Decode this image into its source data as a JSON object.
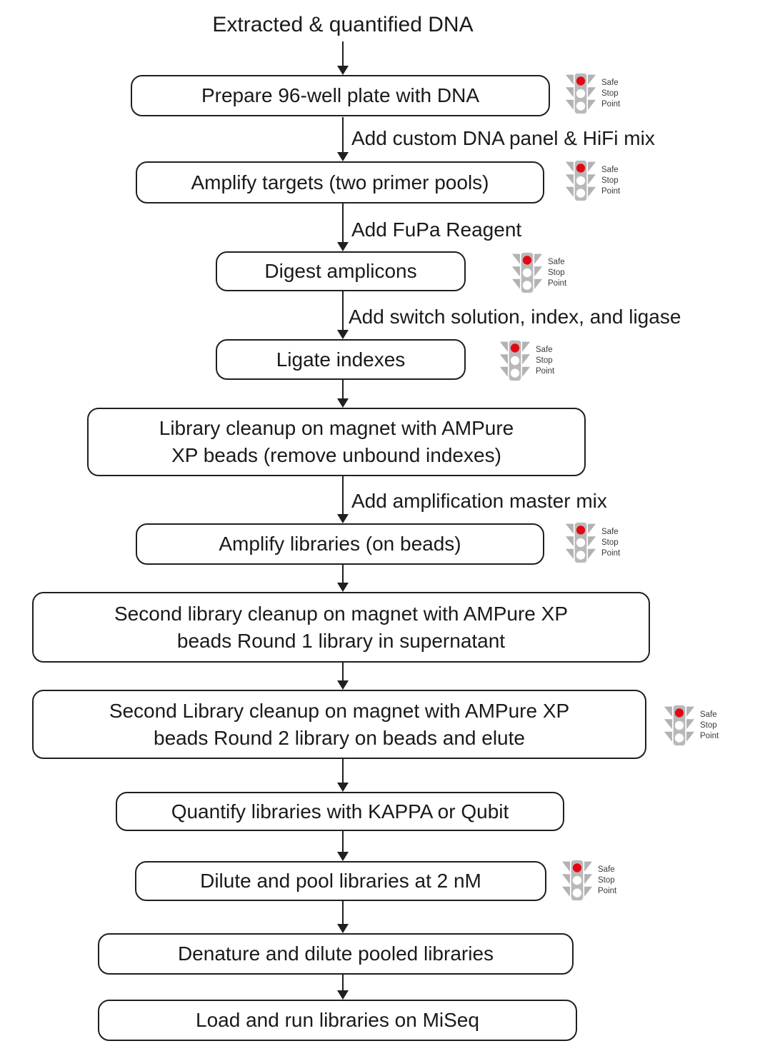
{
  "flow": {
    "start_label": "Extracted & quantified DNA",
    "steps": [
      {
        "label": "Prepare 96-well plate with DNA",
        "safe_stop": true
      },
      {
        "arrow_label": "Add custom DNA panel & HiFi mix",
        "label": "Amplify targets (two primer pools)",
        "safe_stop": true
      },
      {
        "arrow_label": "Add FuPa Reagent",
        "label": "Digest amplicons",
        "safe_stop": true
      },
      {
        "arrow_label": "Add switch solution, index, and ligase",
        "label": "Ligate indexes",
        "safe_stop": true
      },
      {
        "line1": "Library cleanup on magnet with AMPure",
        "line2": "XP beads (remove unbound indexes)",
        "safe_stop": false
      },
      {
        "arrow_label": "Add amplification master mix",
        "label": "Amplify libraries (on beads)",
        "safe_stop": true
      },
      {
        "line1": "Second library cleanup on magnet with AMPure XP",
        "line2": "beads Round 1 library in supernatant",
        "safe_stop": false
      },
      {
        "line1": "Second Library cleanup on magnet with AMPure XP",
        "line2": "beads Round 2 library on beads and elute",
        "safe_stop": true
      },
      {
        "label": "Quantify libraries with KAPPA or Qubit",
        "safe_stop": false
      },
      {
        "label": "Dilute and pool libraries at 2 nM",
        "safe_stop": true
      },
      {
        "label": "Denature and dilute pooled libraries",
        "safe_stop": false
      },
      {
        "label": "Load and run libraries on MiSeq",
        "safe_stop": false
      }
    ]
  },
  "traffic_light": {
    "icon": "traffic-light-red-icon",
    "line1": "Safe",
    "line2": "Stop",
    "line3": "Point"
  },
  "colors": {
    "stop_red": "#e30613",
    "icon_gray": "#b9b9b9",
    "line_black": "#1f1f1f"
  }
}
